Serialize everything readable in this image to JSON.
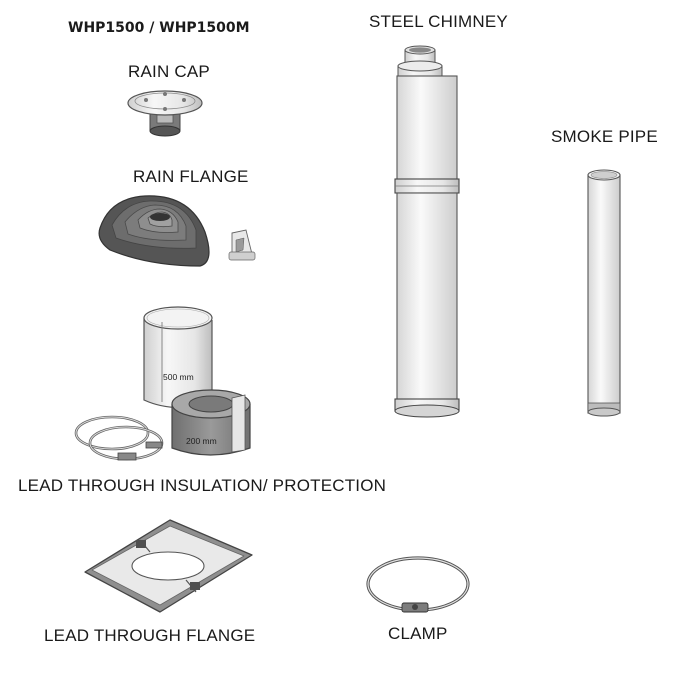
{
  "title": "WHP1500 / WHP1500M",
  "labels": {
    "rain_cap": "RAIN CAP",
    "rain_flange": "RAIN FLANGE",
    "steel_chimney": "STEEL CHIMNEY",
    "smoke_pipe": "SMOKE PIPE",
    "lead_through_insulation": "LEAD THROUGH  INSULATION/ PROTECTION",
    "lead_through_flange": "LEAD THROUGH FLANGE",
    "clamp": "CLAMP"
  },
  "dimensions": {
    "sleeve_height": "500 mm",
    "insulation_height": "200 mm"
  },
  "colors": {
    "text": "#1a1a1a",
    "outline": "#555555",
    "metal_light": "#f2f2f2",
    "metal_mid": "#d9d9d9",
    "rubber": "#6b6b6b",
    "insulation": "#8a8a8a"
  }
}
